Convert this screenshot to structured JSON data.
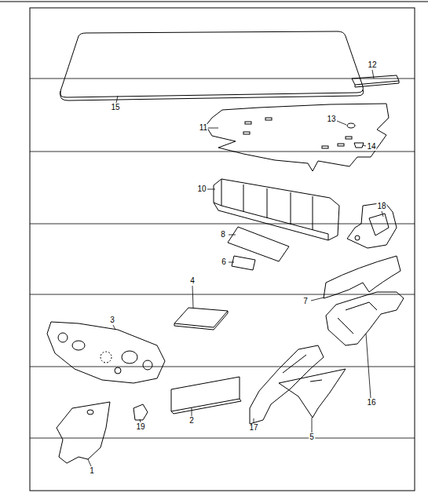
{
  "diagram": {
    "labels": [
      "15",
      "11",
      "12",
      "13",
      "14",
      "10",
      "18",
      "8",
      "6",
      "4",
      "7",
      "3",
      "16",
      "2",
      "17",
      "5",
      "1",
      "19"
    ]
  }
}
